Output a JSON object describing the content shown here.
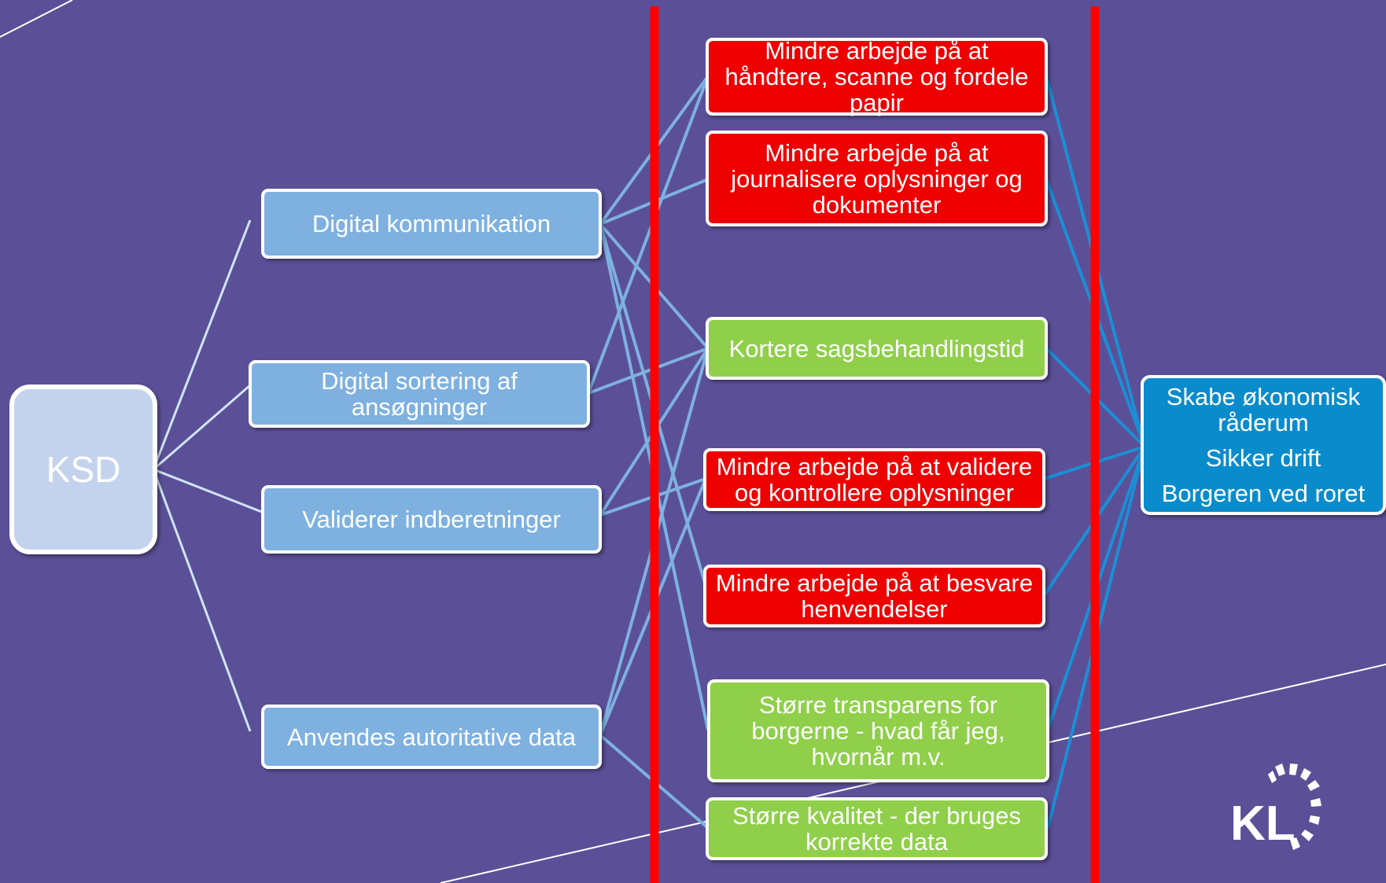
{
  "root": {
    "label": "KSD"
  },
  "means": [
    {
      "label": "Digital kommunikation"
    },
    {
      "label": "Digital sortering af ansøgninger"
    },
    {
      "label": "Validerer indberetninger"
    },
    {
      "label": "Anvendes autoritative data"
    }
  ],
  "effects": [
    {
      "label": "Mindre arbejde på at håndtere, scanne og fordele papir",
      "status": "red"
    },
    {
      "label": "Mindre arbejde på at journalisere oplysninger og dokumenter",
      "status": "red"
    },
    {
      "label": "Kortere sagsbehandlingstid",
      "status": "green"
    },
    {
      "label": "Mindre arbejde på at validere og kontrollere oplysninger",
      "status": "red"
    },
    {
      "label": "Mindre arbejde på at besvare henvendelser",
      "status": "red"
    },
    {
      "label": "Større transparens for borgerne - hvad får jeg, hvornår m.v.",
      "status": "green"
    },
    {
      "label": "Større kvalitet - der bruges korrekte data",
      "status": "green"
    }
  ],
  "outcome": {
    "lines": [
      "Skabe økonomisk råderum",
      "Sikker drift",
      "Borgeren ved roret"
    ]
  },
  "logo": {
    "text": "KL"
  },
  "colors": {
    "background": "#5b5097",
    "red_box": "#ee0000",
    "green_box": "#8fcf4a",
    "blue_box": "#7eb1e0",
    "outcome_box": "#0a8ccc",
    "divider": "#ff0000",
    "connector_light": "#cfe4f5",
    "connector_mid": "#7eb1e0",
    "connector_dark": "#1a8fd6"
  }
}
